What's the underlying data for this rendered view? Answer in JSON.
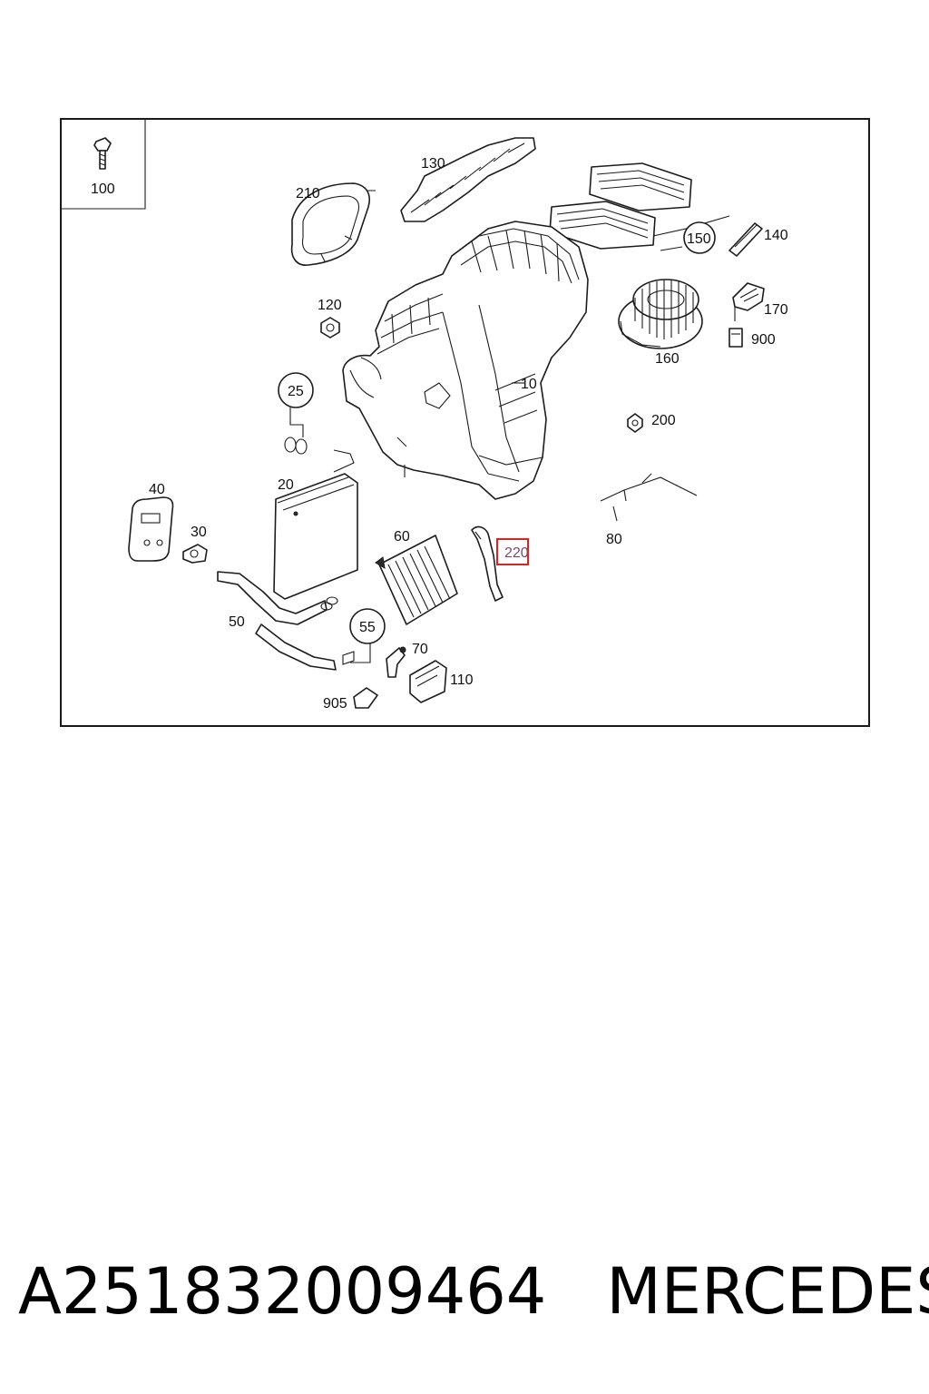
{
  "diagram": {
    "callouts": {
      "c100": "100",
      "c130": "130",
      "c210": "210",
      "c150": "150",
      "c140": "140",
      "c120": "120",
      "c170": "170",
      "c900": "900",
      "c160": "160",
      "c10": "10",
      "c25": "25",
      "c200": "200",
      "c20": "20",
      "c40": "40",
      "c30": "30",
      "c60": "60",
      "c80": "80",
      "c220": "220",
      "c50": "50",
      "c55": "55",
      "c70": "70",
      "c110": "110",
      "c905": "905"
    },
    "highlight_color": "#e02020"
  },
  "caption": {
    "part_number": "A251832009464",
    "brand": "MERCEDES"
  }
}
